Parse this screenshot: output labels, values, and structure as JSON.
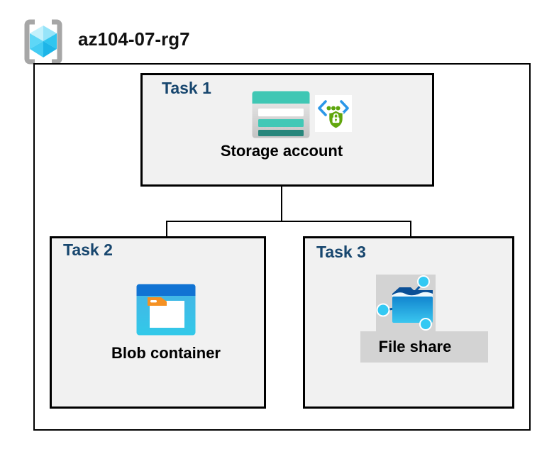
{
  "header": {
    "title": "az104-07-rg7",
    "icon": "azure-resource-group-icon"
  },
  "tasks": [
    {
      "label": "Task 1",
      "caption": "Storage account",
      "icons": [
        "storage-account-icon",
        "sas-secure-access-icon"
      ]
    },
    {
      "label": "Task 2",
      "caption": "Blob container",
      "icons": [
        "blob-container-icon"
      ]
    },
    {
      "label": "Task 3",
      "caption": "File share",
      "icons": [
        "file-share-icon"
      ]
    }
  ],
  "connections": [
    {
      "from": "Storage account",
      "to": "Blob container"
    },
    {
      "from": "Storage account",
      "to": "File share"
    }
  ],
  "colors": {
    "task_label_navy": "#17466e",
    "task_box_fill": "#f1f1f1",
    "box_border": "#000000",
    "highlight_gray": "#d3d3d3",
    "storage_teal": "#3fc7b4",
    "storage_dark_teal": "#27867b",
    "blob_header_blue": "#1173d3",
    "blob_body_cyan": "#35c8e9",
    "folder_tab_orange": "#f59123",
    "file_share_blue": "#1285cf",
    "node_cyan": "#33c9f3",
    "sas_bracket_blue": "#2b97e8",
    "sas_shield_green": "#61a60c",
    "cube_cyan_light": "#a9e9fa",
    "bracket_gray": "#a6a6a6"
  }
}
